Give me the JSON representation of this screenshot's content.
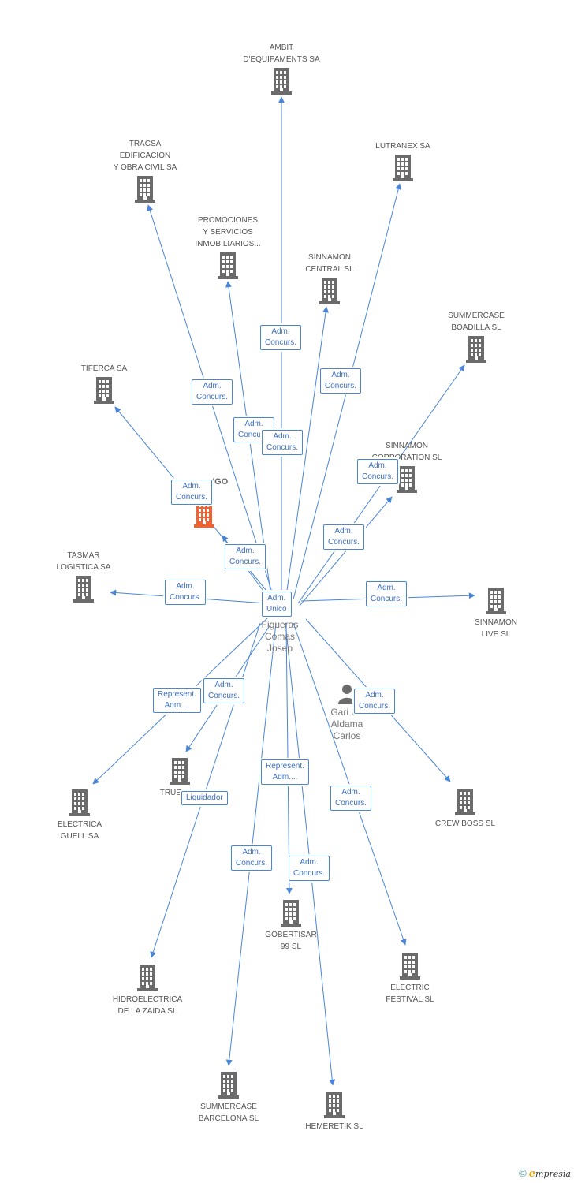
{
  "colors": {
    "edge": "#4a86d8",
    "building": "#6b6b6b",
    "center_building": "#f26230",
    "badge_text": "#3b6fc2",
    "label": "#555555"
  },
  "nodes": [
    {
      "id": "ambit",
      "label": "AMBIT\nD'EQUIPAMENTS SA",
      "icon": "building-icon"
    },
    {
      "id": "tracsa",
      "label": "TRACSA\nEDIFICACION\nY OBRA CIVIL SA",
      "icon": "building-icon"
    },
    {
      "id": "lutranex",
      "label": "LUTRANEX SA",
      "icon": "building-icon"
    },
    {
      "id": "promociones",
      "label": "PROMOCIONES\nY SERVICIOS\nINMOBILIARIOS...",
      "icon": "building-icon"
    },
    {
      "id": "sinnamon_central",
      "label": "SINNAMON\nCENTRAL SL",
      "icon": "building-icon"
    },
    {
      "id": "summercase_boadilla",
      "label": "SUMMERCASE\nBOADILLA SL",
      "icon": "building-icon"
    },
    {
      "id": "tiferca",
      "label": "TIFERCA SA",
      "icon": "building-icon"
    },
    {
      "id": "sinnamon_corporation",
      "label": "SINNAMON\nCORPORATION SL",
      "icon": "building-icon"
    },
    {
      "id": "canonigo",
      "label": "CANONIGO\nSA",
      "icon": "building-icon"
    },
    {
      "id": "tasmar",
      "label": "TASMAR\nLOGISTICA SA",
      "icon": "building-icon"
    },
    {
      "id": "sinnamon_live",
      "label": "SINNAMON\nLIVE SL",
      "icon": "building-icon"
    },
    {
      "id": "figueras",
      "label": "Figueras\nComas\nJosep",
      "icon": "person-icon"
    },
    {
      "id": "gari",
      "label": "Gari De\nAldama\nCarlos",
      "icon": "person-icon"
    },
    {
      "id": "true_fa",
      "label": "TRUE FA...",
      "icon": "building-icon"
    },
    {
      "id": "electrica_guell",
      "label": "ELECTRICA\nGUELL SA",
      "icon": "building-icon"
    },
    {
      "id": "crew_boss",
      "label": "CREW BOSS SL",
      "icon": "building-icon"
    },
    {
      "id": "gobertisar",
      "label": "GOBERTISAR\n99 SL",
      "icon": "building-icon"
    },
    {
      "id": "electric_festival",
      "label": "ELECTRIC\nFESTIVAL SL",
      "icon": "building-icon"
    },
    {
      "id": "hidroelectrica",
      "label": "HIDROELECTRICA\nDE LA ZAIDA SL",
      "icon": "building-icon"
    },
    {
      "id": "summercase_barcelona",
      "label": "SUMMERCASE\nBARCELONA SL",
      "icon": "building-icon"
    },
    {
      "id": "hemeretik",
      "label": "HEMERETIK SL",
      "icon": "building-icon"
    }
  ],
  "relations": [
    {
      "from": "figueras",
      "to": "ambit",
      "label": "Adm.\nConcurs."
    },
    {
      "from": "figueras",
      "to": "tracsa",
      "label": "Adm.\nConcurs."
    },
    {
      "from": "figueras",
      "to": "lutranex",
      "label": "Adm.\nConcurs."
    },
    {
      "from": "figueras",
      "to": "promociones",
      "label": "Adm.\nConcurs."
    },
    {
      "from": "figueras",
      "to": "sinnamon_central",
      "label": "Adm.\nConcurs."
    },
    {
      "from": "figueras",
      "to": "summercase_boadilla",
      "label": "Adm.\nConcurs."
    },
    {
      "from": "figueras",
      "to": "tiferca",
      "label": "Adm.\nConcurs."
    },
    {
      "from": "figueras",
      "to": "sinnamon_corporation",
      "label": "Adm.\nConcurs."
    },
    {
      "from": "figueras",
      "to": "canonigo",
      "label": "Adm.\nConcurs."
    },
    {
      "from": "figueras",
      "to": "tasmar",
      "label": "Adm.\nConcurs."
    },
    {
      "from": "figueras",
      "to": "sinnamon_live",
      "label": "Adm.\nConcurs."
    },
    {
      "from": "figueras",
      "to": "true_fa",
      "label": "Adm.\nConcurs."
    },
    {
      "from": "figueras",
      "to": "electrica_guell",
      "label": "Represent.\nAdm...."
    },
    {
      "from": "figueras",
      "to": "crew_boss",
      "label": "Adm.\nConcurs."
    },
    {
      "from": "figueras",
      "to": "gobertisar",
      "label": "Represent.\nAdm...."
    },
    {
      "from": "figueras",
      "to": "electric_festival",
      "label": "Adm.\nConcurs."
    },
    {
      "from": "figueras",
      "to": "hidroelectrica",
      "label": "Liquidador"
    },
    {
      "from": "figueras",
      "to": "summercase_barcelona",
      "label": "Adm.\nConcurs."
    },
    {
      "from": "figueras",
      "to": "hemeretik",
      "label": "Adm.\nConcurs."
    },
    {
      "from": "figueras",
      "to": "canonigo",
      "label": "Adm.\nUnico"
    }
  ],
  "footer": {
    "copyright": "©",
    "brand_initial": "e",
    "brand_rest": "mpresia"
  }
}
